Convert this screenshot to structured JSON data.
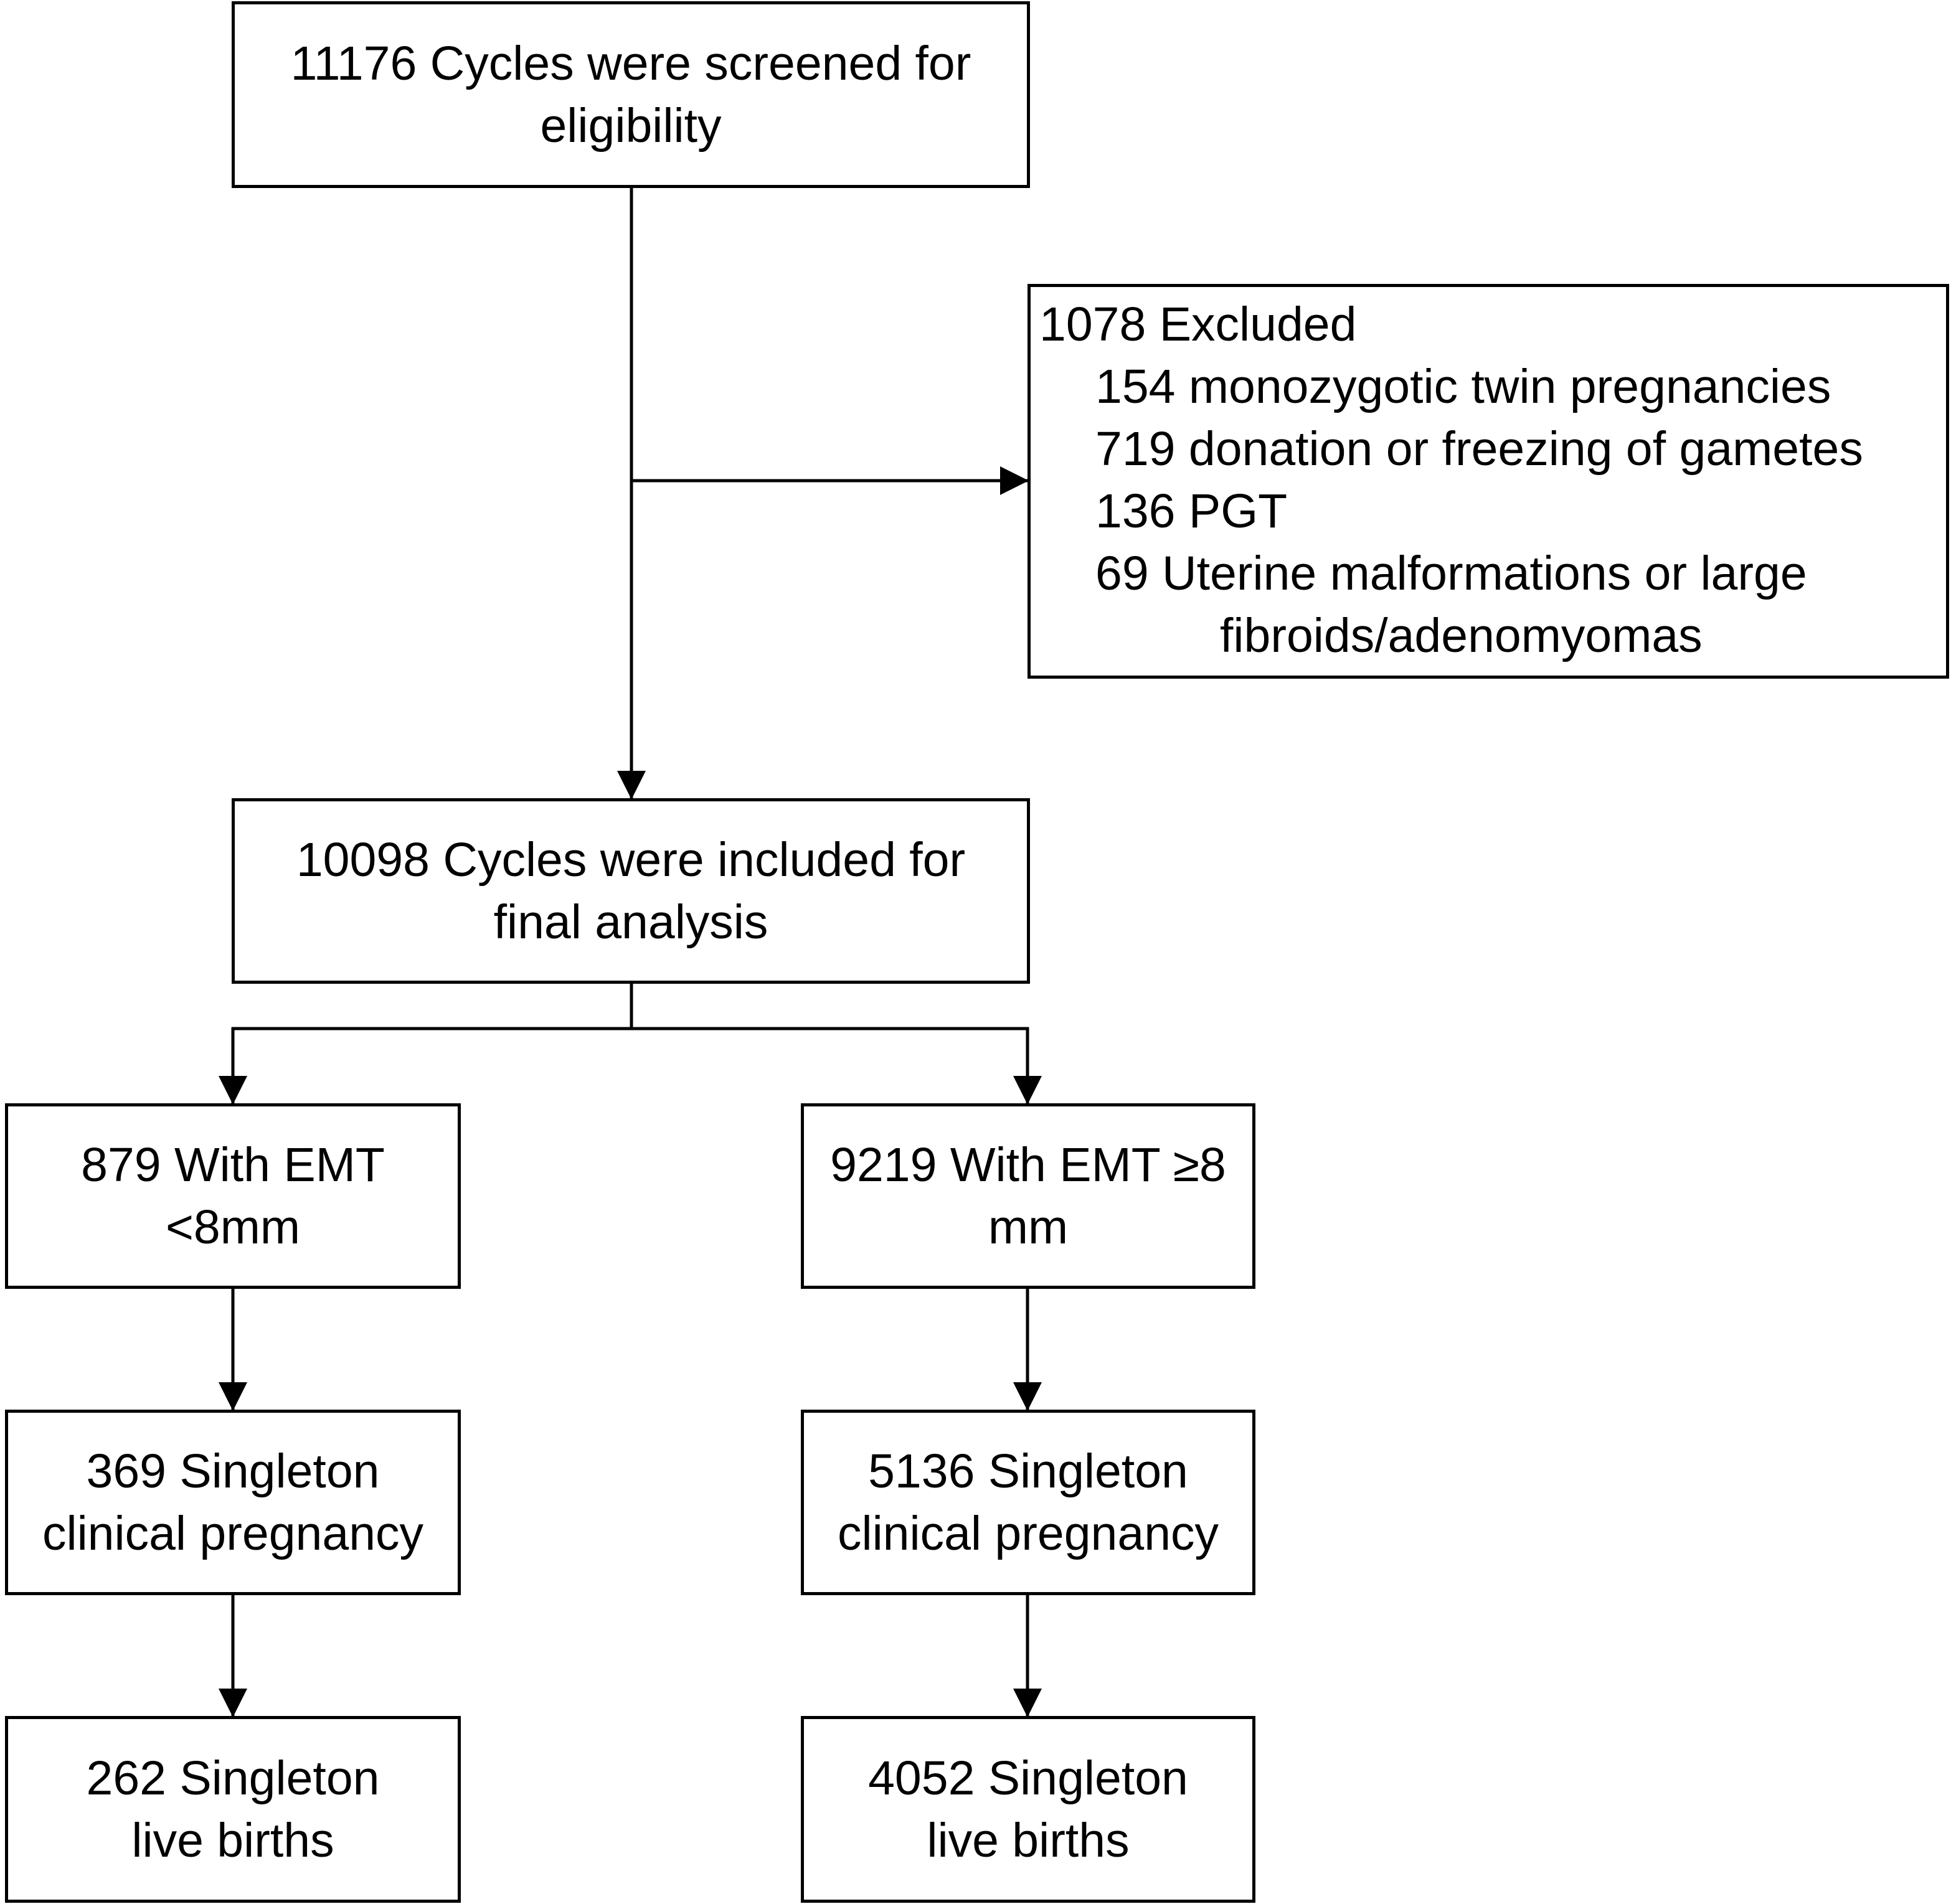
{
  "screened": {
    "lines": [
      "11176 Cycles were screened for",
      "eligibility"
    ]
  },
  "excluded": {
    "title": "1078 Excluded",
    "items": [
      {
        "lines": [
          "154 monozygotic twin pregnancies"
        ]
      },
      {
        "lines": [
          "719 donation or freezing of gametes"
        ]
      },
      {
        "lines": [
          "136 PGT"
        ]
      },
      {
        "lines": [
          "69 Uterine malformations or large",
          "fibroids/adenomyomas"
        ]
      }
    ]
  },
  "included": {
    "lines": [
      "10098 Cycles were included for",
      "final analysis"
    ]
  },
  "left": {
    "group": {
      "lines": [
        "879 With EMT",
        "<8mm"
      ]
    },
    "pregnancy": {
      "lines": [
        "369 Singleton",
        "clinical pregnancy"
      ]
    },
    "births": {
      "lines": [
        "262 Singleton",
        "live births"
      ]
    }
  },
  "right": {
    "group": {
      "lines": [
        "9219 With EMT ≥8",
        "mm"
      ]
    },
    "pregnancy": {
      "lines": [
        "5136 Singleton",
        "clinical pregnancy"
      ]
    },
    "births": {
      "lines": [
        "4052 Singleton",
        "live births"
      ]
    }
  }
}
